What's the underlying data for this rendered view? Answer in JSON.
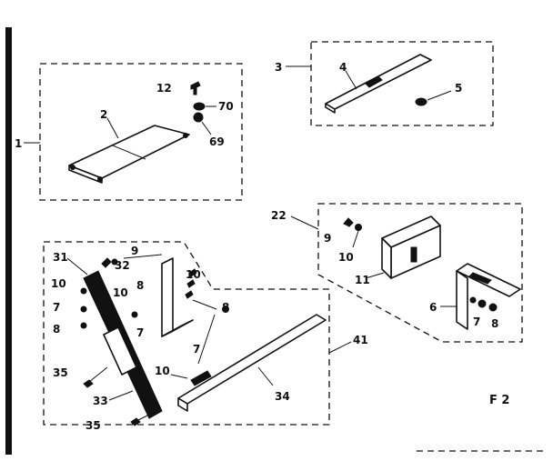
{
  "labels": {
    "l1": "1",
    "l2": "2",
    "l12": "12",
    "l70": "70",
    "l69": "69",
    "l3": "3",
    "l4": "4",
    "l5": "5",
    "l22": "22",
    "l9a": "9",
    "l10a": "10",
    "l11": "11",
    "l6": "6",
    "l7a": "7",
    "l8a": "8",
    "l31": "31",
    "l9b": "9",
    "l32": "32",
    "l10b": "10",
    "l10c": "10",
    "l8b": "8",
    "l7b": "7",
    "l10d": "10",
    "l7c": "7",
    "l8c": "8",
    "l8d": "8",
    "l35a": "35",
    "l10e": "10",
    "l7d": "7",
    "l33": "33",
    "l34": "34",
    "l35b": "35",
    "l41": "41",
    "fig": "F 2"
  },
  "colors": {
    "ink": "#111111",
    "paper": "#ffffff"
  }
}
